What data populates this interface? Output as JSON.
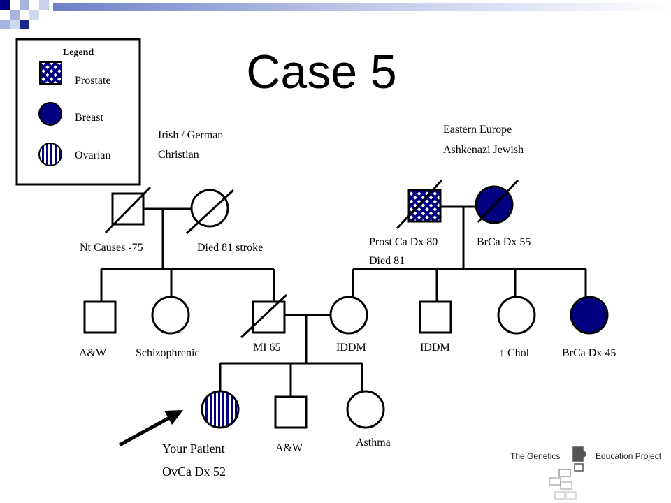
{
  "title": "Case 5",
  "legend": {
    "heading": "Legend",
    "items": [
      {
        "label": "Prostate",
        "pattern": "checker"
      },
      {
        "label": "Breast",
        "pattern": "solid"
      },
      {
        "label": "Ovarian",
        "pattern": "stripes"
      }
    ]
  },
  "ancestry": {
    "paternal": {
      "line1": "Irish / German",
      "line2": "Christian"
    },
    "maternal": {
      "line1": "Eastern Europe",
      "line2": "Ashkenazi Jewish"
    }
  },
  "people": {
    "pgf": {
      "label": "Nt Causes -75"
    },
    "pgm": {
      "label": "Died 81 stroke"
    },
    "mgf": {
      "label": "Prost Ca Dx 80",
      "label2": "Died 81"
    },
    "mgm": {
      "label": "BrCa Dx 55"
    },
    "uncle1": {
      "label": "A&W"
    },
    "aunt1": {
      "label": "Schizophrenic"
    },
    "father": {
      "label": "MI 65"
    },
    "mother": {
      "label": "IDDM"
    },
    "uncle2": {
      "label": "IDDM"
    },
    "aunt2": {
      "label": "↑ Chol"
    },
    "aunt3": {
      "label": "BrCa Dx 45"
    },
    "proband": {
      "label": "Your Patient",
      "label2": "OvCa Dx 52"
    },
    "brother": {
      "label": "A&W"
    },
    "sister": {
      "label": "Asthma"
    }
  },
  "logo": {
    "text_left": "The Genetics",
    "text_right": "Education Project"
  },
  "colors": {
    "navy": "#000080",
    "accent_blue": "#1a2a8a",
    "light_blue": "#8a9ad8"
  }
}
